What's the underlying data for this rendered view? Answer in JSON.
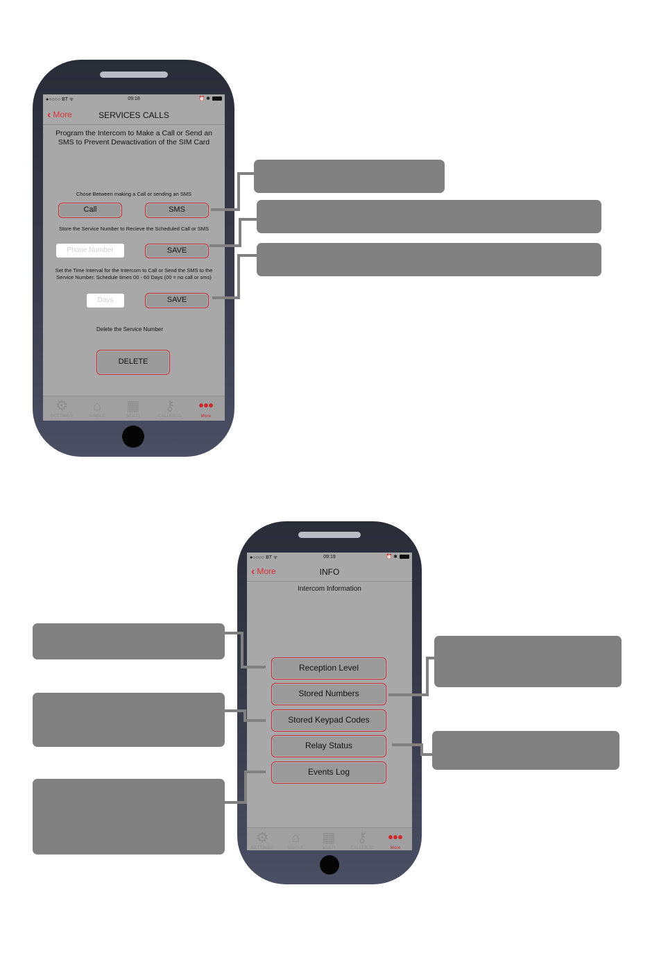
{
  "services_screen": {
    "status": {
      "carrier": "●○○○○ BT ᯤ",
      "time": "09:18",
      "icons": "⏰ ✱"
    },
    "nav": {
      "back_label": "More",
      "title": "SERVICES CALLS"
    },
    "intro": "Program the Intercom to Make a Call or Send an SMS to Prevent Dewactivation of the SIM Card",
    "choose_label": "Chose Between making a Call or sending an SMS",
    "call_button": "Call",
    "sms_button": "SMS",
    "store_label": "Store the Service Number to Recieve the Scheduled Call or SMS",
    "phone_placeholder": "Phone Number",
    "save_button_1": "SAVE",
    "interval_label": "Set the Time Interval for the Intercom to Call or Send the SMS to the Service Number. Schedule times 00 - 60 Days (00 = no call or sms)",
    "days_placeholder": "Days",
    "save_button_2": "SAVE",
    "delete_label": "Delete the Service Number",
    "delete_button": "DELETE"
  },
  "info_screen": {
    "status": {
      "carrier": "●○○○○ BT ᯤ",
      "time": "09:19",
      "icons": "⏰ ✱"
    },
    "nav": {
      "back_label": "More",
      "title": "INFO"
    },
    "heading": "Intercom Information",
    "buttons": {
      "reception_level": "Reception Level",
      "stored_numbers": "Stored Numbers",
      "stored_keypad_codes": "Stored Keypad Codes",
      "relay_status": "Relay Status",
      "events_log": "Events Log"
    }
  },
  "tabbar": {
    "settings": {
      "label": "SETTINGS",
      "icon": "gear-icon"
    },
    "single": {
      "label": "SINGLE",
      "icon": "house-icon"
    },
    "multi": {
      "label": "MULTI",
      "icon": "building-icon"
    },
    "callerid": {
      "label": "CALLER ID",
      "icon": "key-icon"
    },
    "more": {
      "label": "More",
      "icon": "more-dots-icon"
    }
  },
  "colors": {
    "accent_red": "#d0262c",
    "screen_gray": "#a8a8a8",
    "callout_gray": "#808080",
    "phone_body": "#2f3240"
  }
}
